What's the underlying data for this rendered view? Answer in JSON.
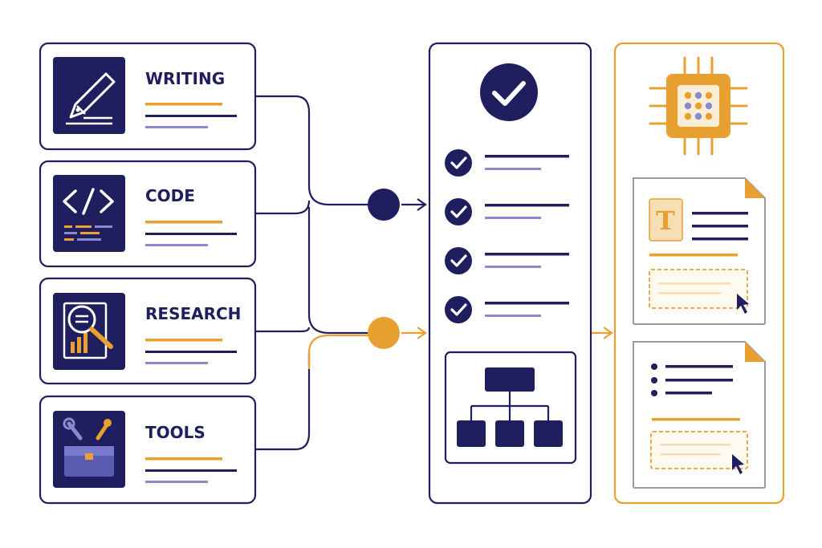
{
  "colors": {
    "navy": "#1f1e5e",
    "orange": "#e8a030",
    "lavender": "#8b8ad0",
    "orange_light": "#f6dfb4",
    "white": "#ffffff"
  },
  "categories": [
    {
      "label": "WRITING",
      "icon": "fountain-pen-icon"
    },
    {
      "label": "CODE",
      "icon": "code-brackets-icon"
    },
    {
      "label": "RESEARCH",
      "icon": "magnifier-chart-icon"
    },
    {
      "label": "TOOLS",
      "icon": "toolbox-icon"
    }
  ],
  "checklist": {
    "header_icon": "check-circle-icon",
    "item_count": 4,
    "bottom_icon": "hierarchy-chart-icon"
  },
  "output": {
    "header_icon": "chip-icon",
    "doc1_icon": "text-t-icon",
    "doc1_glyph": "T",
    "doc2_icon": "bullet-list-icon",
    "cursor_icon": "cursor-arrow-icon"
  }
}
